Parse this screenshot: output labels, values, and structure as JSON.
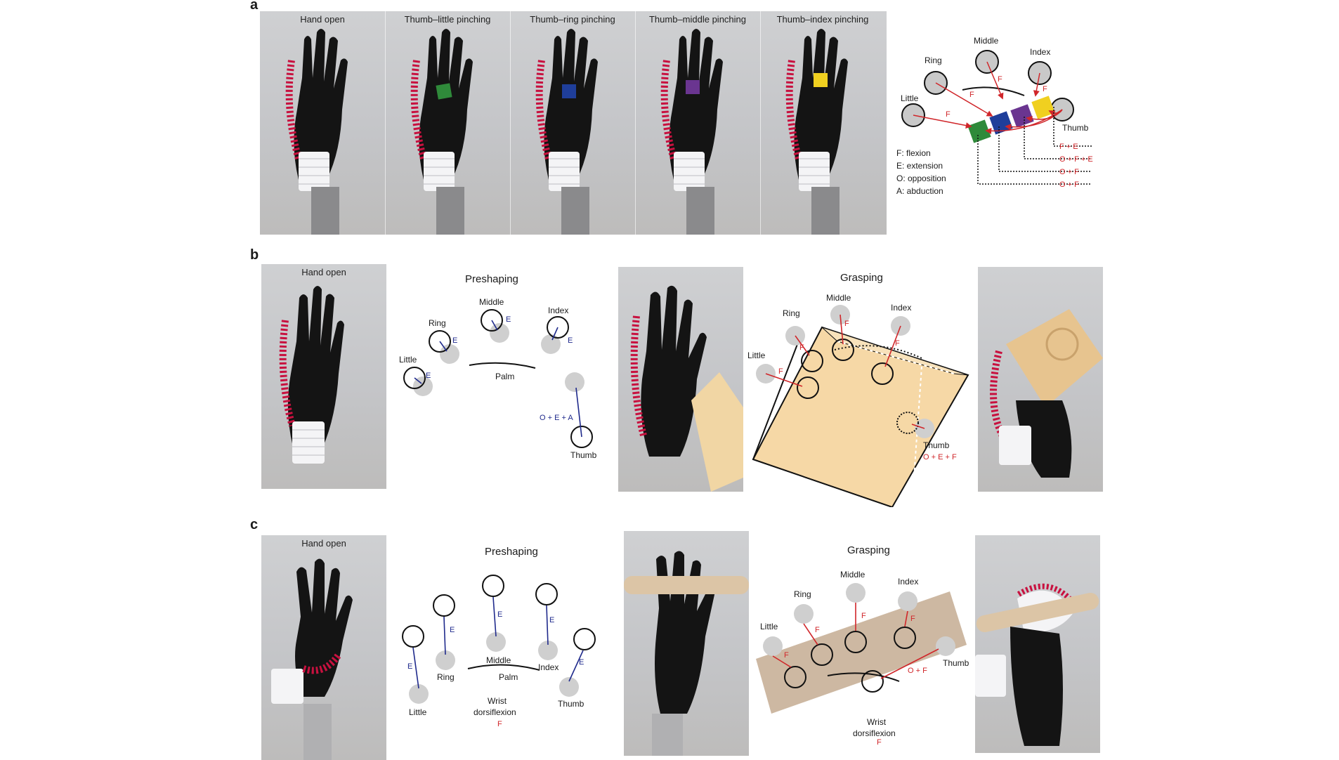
{
  "panels": {
    "a": "a",
    "b": "b",
    "c": "c"
  },
  "row_a": {
    "captions": [
      "Hand open",
      "Thumb–little pinching",
      "Thumb–ring pinching",
      "Thumb–middle pinching",
      "Thumb–index pinching"
    ],
    "cube_colors": [
      "#2f8a3a",
      "#1f3e9a",
      "#6a3590",
      "#f0d020"
    ],
    "diagram": {
      "fingers": {
        "middle": "Middle",
        "ring": "Ring",
        "index": "Index",
        "little": "Little",
        "thumb": "Thumb"
      },
      "force_f": "F",
      "legend": [
        "F: flexion",
        "E: extension",
        "O: opposition",
        "A: abduction"
      ],
      "combos": [
        "F + E",
        "O + F + E",
        "O + F",
        "O + F"
      ]
    }
  },
  "row_b": {
    "photo1_caption": "Hand open",
    "preshaping": {
      "title": "Preshaping",
      "fingers": {
        "middle": "Middle",
        "ring": "Ring",
        "index": "Index",
        "little": "Little",
        "thumb": "Thumb"
      },
      "palm": "Palm",
      "e": "E",
      "thumb_combo": "O + E + A"
    },
    "grasping": {
      "title": "Grasping",
      "fingers": {
        "middle": "Middle",
        "ring": "Ring",
        "index": "Index",
        "little": "Little",
        "thumb": "Thumb"
      },
      "f": "F",
      "thumb_combo": "O + E + F"
    }
  },
  "row_c": {
    "photo1_caption": "Hand open",
    "preshaping": {
      "title": "Preshaping",
      "fingers": {
        "ring": "Ring",
        "little": "Little",
        "middle": "Middle",
        "index": "Index",
        "thumb": "Thumb"
      },
      "palm": "Palm",
      "e": "E",
      "wrist": [
        "Wrist",
        "dorsiflexion"
      ],
      "wrist_f": "F"
    },
    "grasping": {
      "title": "Grasping",
      "fingers": {
        "middle": "Middle",
        "ring": "Ring",
        "index": "Index",
        "little": "Little",
        "thumb": "Thumb"
      },
      "f": "F",
      "thumb_combo": "O + F",
      "wrist": [
        "Wrist",
        "dorsiflexion"
      ],
      "wrist_f": "F"
    }
  },
  "colors": {
    "red": "#d0262a",
    "blue": "#1f2a8c",
    "wood": "#f6d8a6",
    "stick": "#cdb8a2"
  }
}
